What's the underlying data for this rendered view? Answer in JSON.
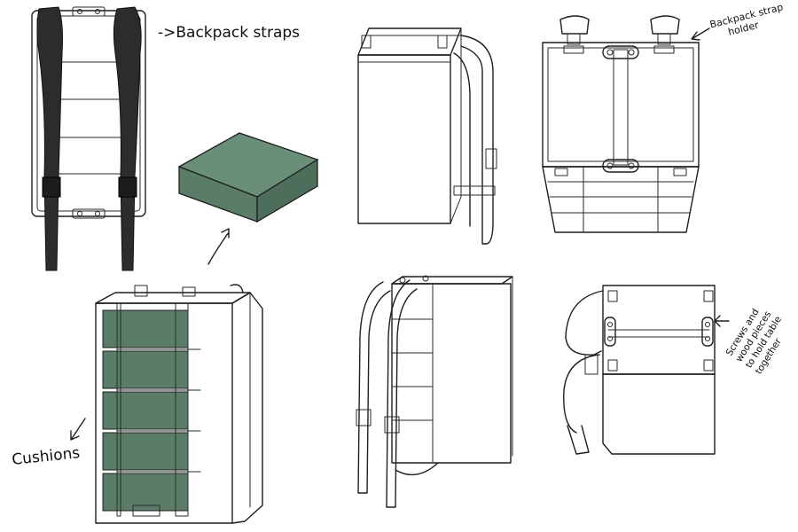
{
  "labels": {
    "backpack_straps": "->Backpack straps",
    "strap_holder_line1": "Backpack strap",
    "strap_holder_line2": "holder",
    "cushions": "Cushions",
    "screws_line1": "Screws and",
    "screws_line2": "wood pieces",
    "screws_line3": "to hold table",
    "screws_line4": "together"
  },
  "colors": {
    "cushion_green": "#5a7d68",
    "cushion_top": "#6a8f78",
    "cushion_side": "#4d6e5a",
    "strap_dark": "#2c2c2c",
    "ink": "#1e1e1e"
  }
}
